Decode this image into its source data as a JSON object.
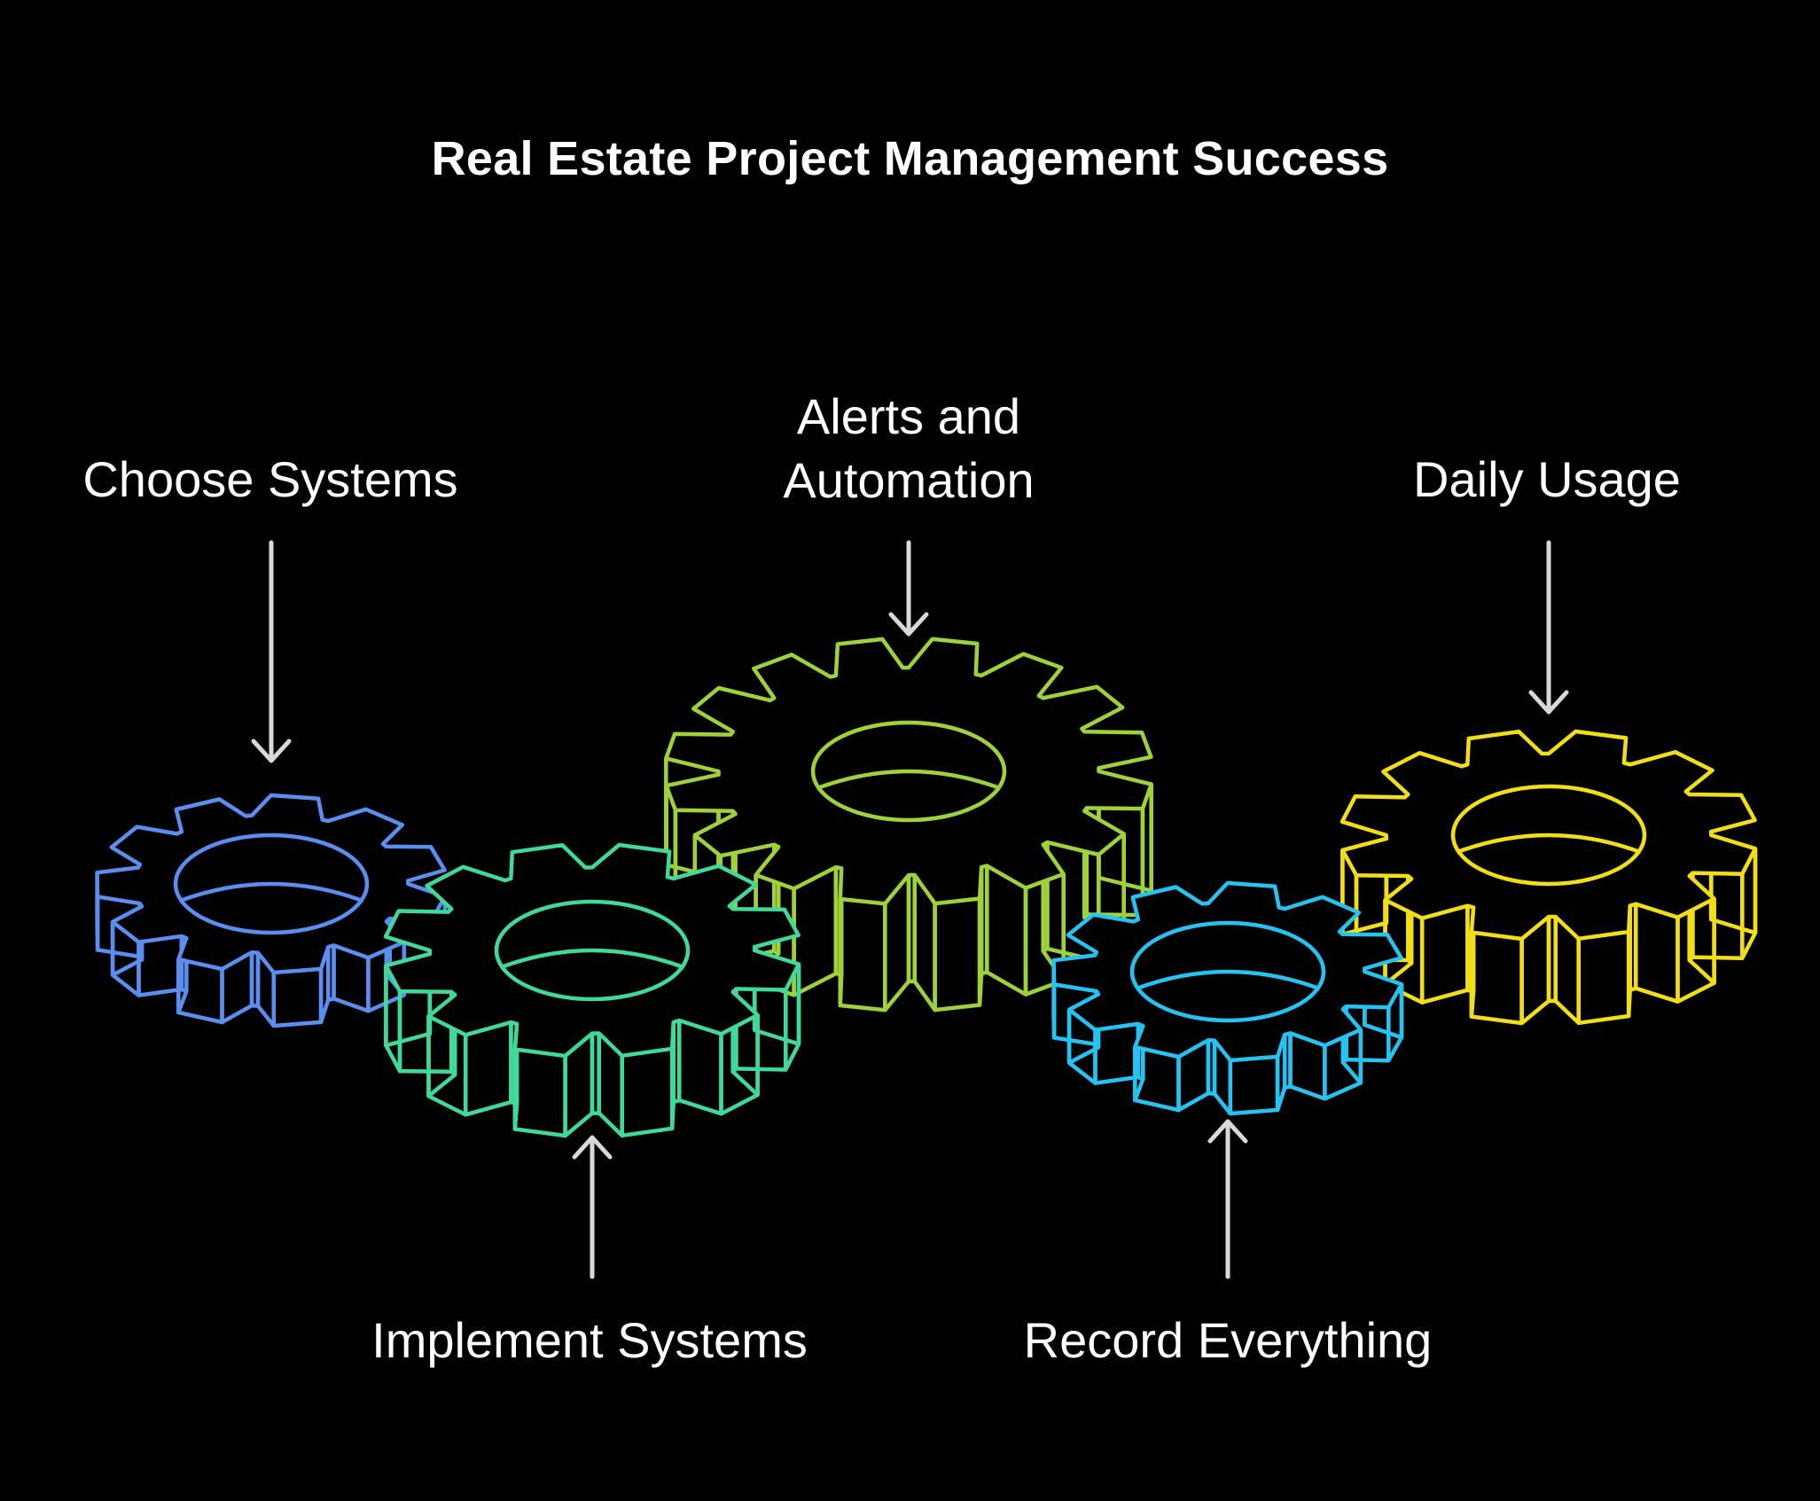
{
  "title": "Real Estate Project Management Success",
  "steps": {
    "choose": {
      "label": "Choose Systems",
      "color": "#5a8ef0",
      "icon": "gear-icon"
    },
    "implement": {
      "label": "Implement Systems",
      "color": "#3fd99a",
      "icon": "gear-icon"
    },
    "alerts": {
      "label": "Alerts and\nAutomation",
      "color": "#9ed238",
      "icon": "gear-icon"
    },
    "record": {
      "label": "Record Everything",
      "color": "#25c3f2",
      "icon": "gear-icon"
    },
    "daily": {
      "label": "Daily Usage",
      "color": "#f2de16",
      "icon": "gear-icon"
    }
  },
  "arrow_color": "#d9d9d9"
}
